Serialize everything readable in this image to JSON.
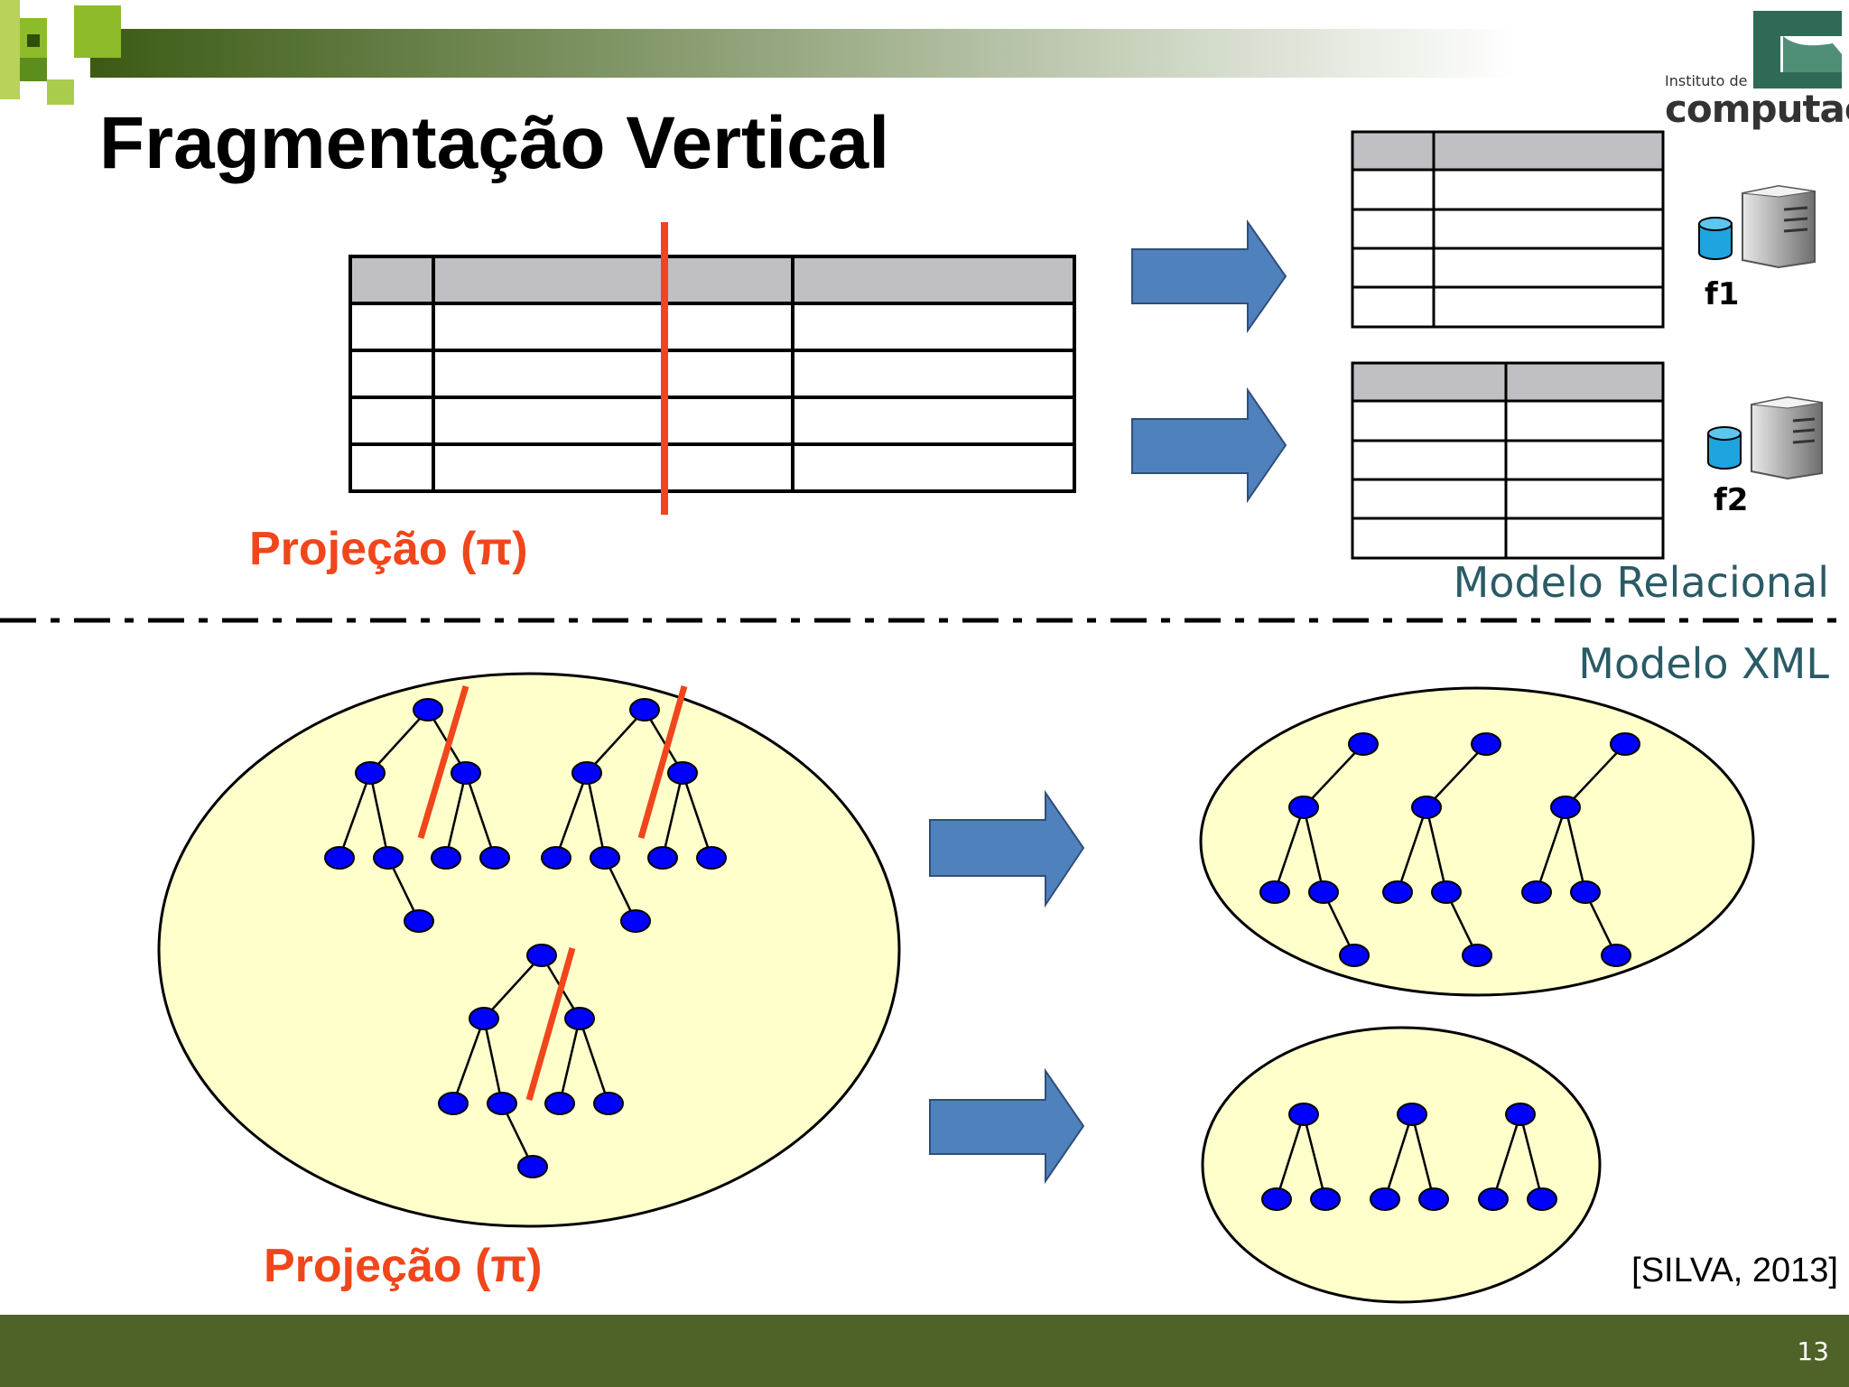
{
  "slide": {
    "title": "Fragmentação Vertical",
    "projection_label_top": "Projeção (π)",
    "projection_label_bottom": "Projeção (π)",
    "model_relational": "Modelo Relacional",
    "model_xml": "Modelo XML",
    "citation": "[SILVA, 2013]",
    "page_number": "13"
  },
  "fragments": {
    "f1": "f1",
    "f2": "f2"
  },
  "logo": {
    "line1": "Instituto de",
    "line2": "computação"
  },
  "colors": {
    "accent_green": "#4f6228",
    "arrow_blue": "#4f81bd",
    "cut_red": "#f0461b",
    "node_blue": "#0000ff",
    "ellipse_fill": "#ffffcc",
    "header_gray": "#c0bfc4",
    "model_text": "#2a5b66"
  }
}
